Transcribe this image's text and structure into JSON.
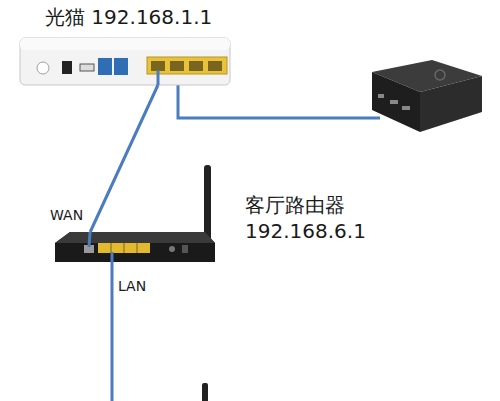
{
  "diagram": {
    "nodes": [
      {
        "text": [
          "光猫 192.168.1.1"
        ]
      },
      {
        "text": [
          "客厅路由器 192.168.6.1"
        ]
      }
    ],
    "edges": [
      {
        "from": 0,
        "to": 1,
        "arrow": "none"
      }
    ],
    "labels": [
      "WAN",
      "LAN"
    ]
  }
}
